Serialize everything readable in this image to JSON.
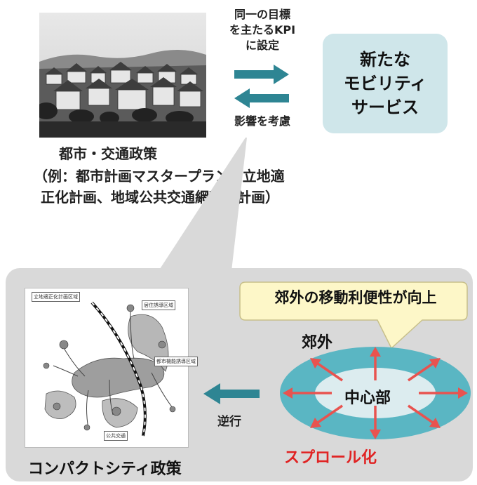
{
  "top": {
    "arrow_forward_text": [
      "同一の目標",
      "を主たるKPI",
      "に設定"
    ],
    "arrow_back_text": "影響を考慮",
    "mobility_box": [
      "新たな",
      "モビリティ",
      "サービス"
    ],
    "policy_title": "都市・交通政策",
    "policy_detail": [
      "（例：都市計画マスタープラン、立地適",
      "正化計画、地域公共交通網形成計画）"
    ]
  },
  "bottom": {
    "callout": "郊外の移動利便性が向上",
    "suburb": "郊外",
    "center": "中心部",
    "sprawl": "スプロール化",
    "reverse": "逆行",
    "compact": "コンパクトシティ政策",
    "map_labels": [
      "立地適正化計画区域",
      "居住誘導区域",
      "都市機能誘導区域",
      "公共交通"
    ]
  },
  "colors": {
    "arrow_teal": "#2e8593",
    "mobility_bg": "#cfe6ea",
    "ring": "#5ab6c3",
    "ring_inner": "#dcecef",
    "sprawl_red": "#e02323",
    "callout_yellow": "#fdf7c8"
  }
}
